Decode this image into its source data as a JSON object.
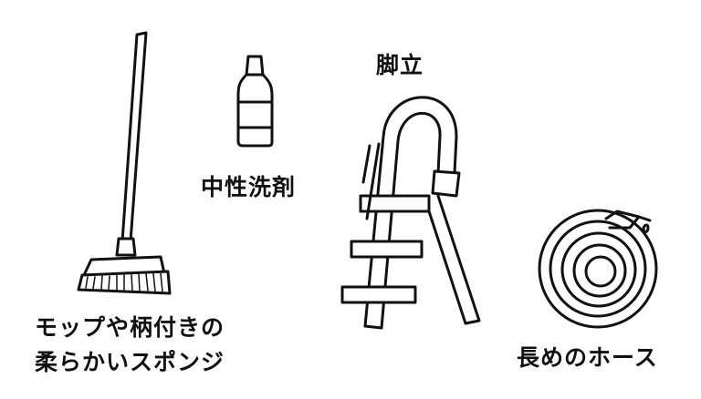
{
  "items": {
    "ladder": {
      "label": "脚立"
    },
    "detergent": {
      "label": "中性洗剤"
    },
    "mop": {
      "label_line1": "モップや柄付きの",
      "label_line2": "柔らかいスポンジ"
    },
    "hose": {
      "label": "長めのホース"
    }
  },
  "colors": {
    "ink": "#111111",
    "background": "#ffffff"
  }
}
